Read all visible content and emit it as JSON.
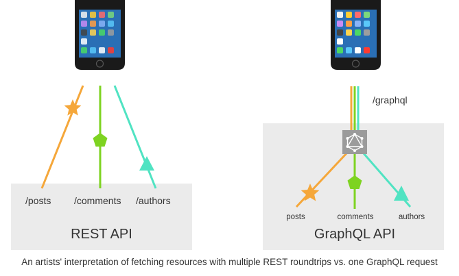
{
  "colors": {
    "panel": "#ebebeb",
    "posts": "#f5a73a",
    "comments": "#7ed321",
    "authors": "#50e3c2",
    "phone_body": "#1a1a1a",
    "hub": "#9b9b9b"
  },
  "rest": {
    "panel_title": "REST API",
    "endpoints": [
      "/posts",
      "/comments",
      "/authors"
    ],
    "markers": [
      "star-icon",
      "pentagon-icon",
      "triangle-icon"
    ]
  },
  "graphql": {
    "panel_title": "GraphQL API",
    "endpoint": "/graphql",
    "hub_icon": "graphql-logo-icon",
    "resources": [
      "posts",
      "comments",
      "authors"
    ]
  },
  "caption": "An artists' interpretation of fetching resources with multiple REST roundtrips vs. one GraphQL request"
}
